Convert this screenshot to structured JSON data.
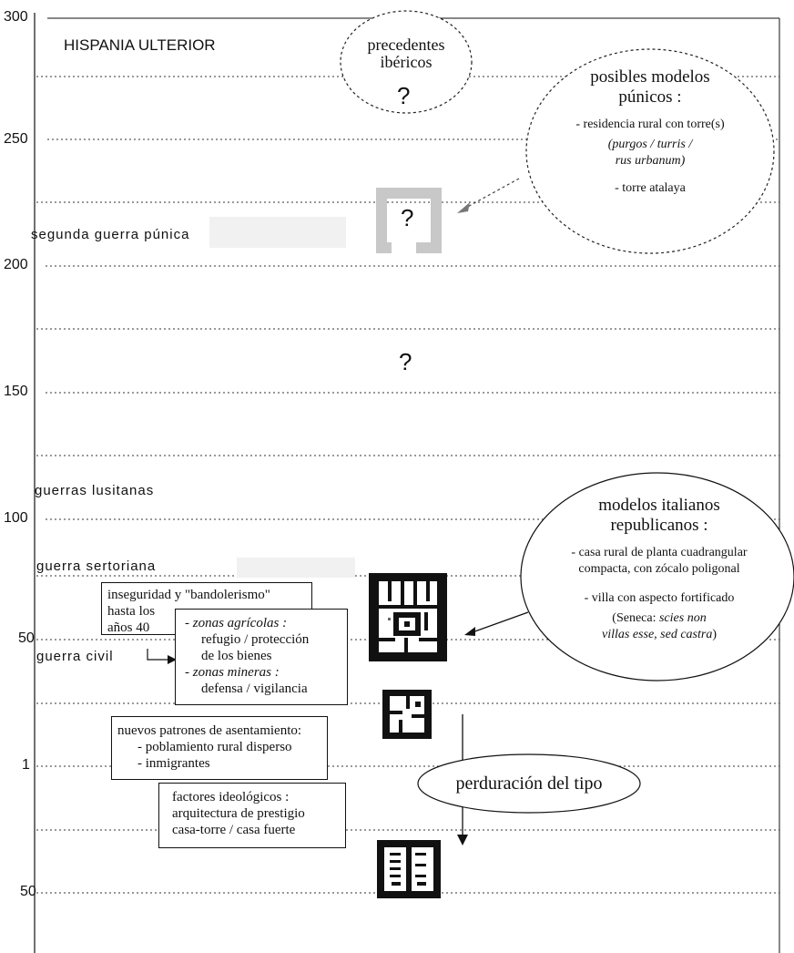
{
  "title": "HISPANIA ULTERIOR",
  "axis_ticks": [
    "300",
    "250",
    "200",
    "150",
    "100",
    "50",
    "1",
    "50"
  ],
  "events": {
    "segunda_guerra_punica": "segunda guerra púnica",
    "guerras_lusitanas": "guerras lusitanas",
    "guerra_sertoriana": "guerra sertoriana",
    "guerra_civil": "guerra civil"
  },
  "precedentes": {
    "line1": "precedentes",
    "line2": "ibéricos",
    "q": "?"
  },
  "punicos": {
    "title1": "posibles modelos",
    "title2": "púnicos :",
    "item1": "- residencia rural con torre(s)",
    "item1_italic1": "(purgos / turris /",
    "item1_italic2": "rus urbanum)",
    "item2": "- torre atalaya"
  },
  "q_square": "?",
  "q_150": "?",
  "italianos": {
    "title1": "modelos italianos",
    "title2": "republicanos :",
    "item1a": "- casa rural de planta cuadrangular",
    "item1b": "compacta, con zócalo poligonal",
    "item2": "- villa con aspecto fortificado",
    "cite1": "(Seneca:",
    "cite1_italic": "scies non",
    "cite2_italic": "villas esse, sed castra",
    "cite2_end": ")"
  },
  "inseguridad": {
    "line1": "inseguridad y \"bandolerismo\"",
    "line2": "hasta los",
    "line3": "años 40"
  },
  "zonas": {
    "agricolas": "- zonas agrícolas :",
    "agricolas_1": "refugio / protección",
    "agricolas_2": "de los bienes",
    "mineras": "- zonas mineras :",
    "mineras_1": "defensa / vigilancia"
  },
  "patrones": {
    "line1": "nuevos patrones de asentamiento:",
    "line2": "- poblamiento rural disperso",
    "line3": "- inmigrantes"
  },
  "perduracion": "perduración del tipo",
  "factores": {
    "line1": "factores ideológicos :",
    "line2": "arquitectura de prestigio",
    "line3": "casa-torre / casa fuerte"
  }
}
